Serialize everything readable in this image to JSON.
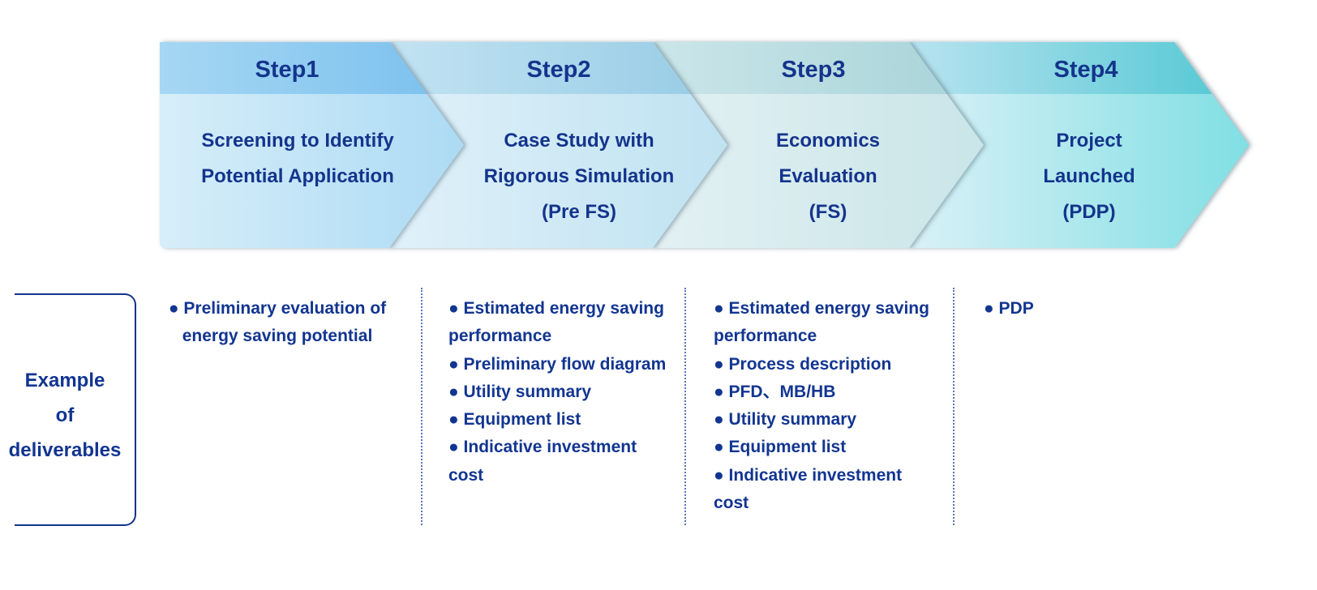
{
  "steps": [
    {
      "title": "Step1",
      "lines": [
        "Screening to Identify",
        "Potential Application"
      ]
    },
    {
      "title": "Step2",
      "lines": [
        "Case Study with",
        "Rigorous Simulation",
        "(Pre FS)"
      ]
    },
    {
      "title": "Step3",
      "lines": [
        "Economics",
        "Evaluation",
        "(FS)"
      ]
    },
    {
      "title": "Step4",
      "lines": [
        "Project",
        "Launched",
        "(PDP)"
      ]
    }
  ],
  "deliverables": {
    "label": [
      "Example",
      "of",
      "deliverables"
    ],
    "columns": [
      [
        "Preliminary evaluation of energy saving potential"
      ],
      [
        "Estimated energy saving performance",
        "Preliminary flow diagram",
        "Utility summary",
        "Equipment list",
        "Indicative investment cost"
      ],
      [
        "Estimated energy saving performance",
        "Process description",
        "PFD、MB/HB",
        "Utility summary",
        "Equipment list",
        "Indicative investment cost"
      ],
      [
        "PDP"
      ]
    ]
  },
  "colors": {
    "text": "#14348c",
    "step1": "#7cc0ee",
    "step2": "#9acde6",
    "step3": "#a8d4d8",
    "step4": "#50c8d2"
  }
}
